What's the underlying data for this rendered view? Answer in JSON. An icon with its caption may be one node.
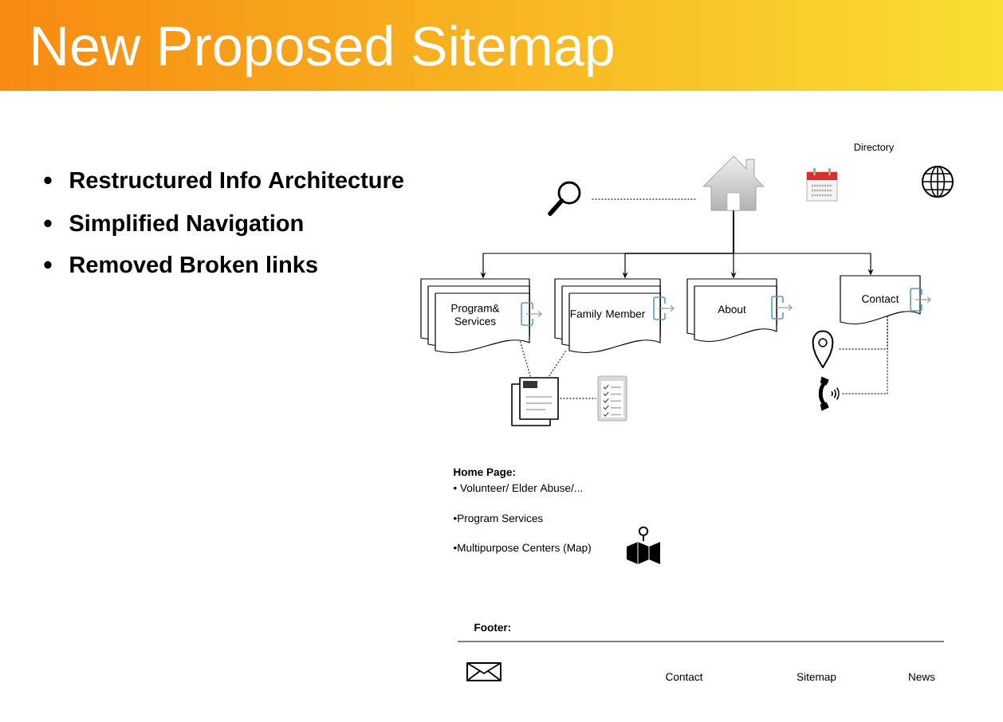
{
  "diagram": {
    "title": "New Proposed Sitemap",
    "nodes": [
      {
        "text": [],
        "shape": "picture"
      },
      {
        "text": [],
        "shape": "picture"
      },
      {
        "text": [
          "Program& Services"
        ]
      },
      {
        "text": [
          "Family Member"
        ]
      },
      {
        "text": [
          "About"
        ]
      },
      {
        "text": [
          "Contact"
        ]
      },
      {
        "text": [],
        "shape": "picture"
      },
      {
        "text": [],
        "shape": "picture"
      },
      {
        "text": [],
        "shape": "picture"
      },
      {
        "text": [],
        "shape": "picture"
      }
    ],
    "edges": [
      {
        "from": 0,
        "to": 1,
        "arrow": "none",
        "style": "dashed"
      },
      {
        "from": 1,
        "to": 2,
        "arrow": "to"
      },
      {
        "from": 1,
        "to": 3,
        "arrow": "to"
      },
      {
        "from": 1,
        "to": 4,
        "arrow": "to"
      },
      {
        "from": 1,
        "to": 5,
        "arrow": "to"
      },
      {
        "from": 2,
        "to": 6,
        "arrow": "none",
        "style": "dashed"
      },
      {
        "from": 3,
        "to": 6,
        "arrow": "none",
        "style": "dashed"
      },
      {
        "from": 6,
        "to": 7,
        "arrow": "none",
        "style": "dashed"
      },
      {
        "from": 5,
        "to": 8,
        "arrow": "none",
        "style": "dashed"
      },
      {
        "from": 5,
        "to": 9,
        "arrow": "none",
        "style": "dashed"
      }
    ],
    "labels": [
      "Restructured Info Architecture",
      "Simplified Navigation",
      "Removed Broken links",
      "Directory",
      "Home Page:",
      "• Volunteer/ Elder Abuse/...",
      "•Program Services",
      "•Multipurpose Centers (Map)",
      "Footer:",
      "Contact",
      "Sitemap",
      "News"
    ]
  }
}
